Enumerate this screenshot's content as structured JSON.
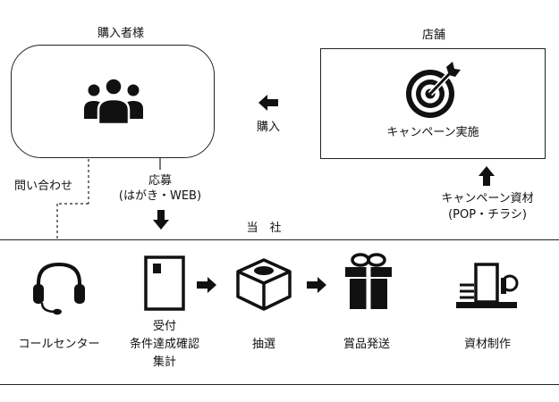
{
  "customer": {
    "title": "購入者様",
    "icon": "users-group-icon"
  },
  "store": {
    "title": "店舗",
    "icon": "target-icon",
    "caption": "キャンペーン実施"
  },
  "company": {
    "title": "当　社"
  },
  "flows": {
    "purchase": "購入",
    "inquiry": "問い合わせ",
    "apply_line1": "応募",
    "apply_line2": "(はがき・WEB)",
    "materials_line1": "キャンペーン資材",
    "materials_line2": "(POP・チラシ)"
  },
  "departments": [
    {
      "label": "コールセンター",
      "icon": "headset-icon"
    },
    {
      "label_line1": "受付",
      "label_line2": "条件達成確認",
      "label_line3": "集計",
      "icon": "postcard-icon"
    },
    {
      "label": "抽選",
      "icon": "lottery-box-icon"
    },
    {
      "label": "賞品発送",
      "icon": "gift-icon"
    },
    {
      "label": "資材制作",
      "icon": "printer-icon"
    }
  ],
  "colors": {
    "ink": "#111111",
    "border": "#222222",
    "background": "#ffffff"
  }
}
